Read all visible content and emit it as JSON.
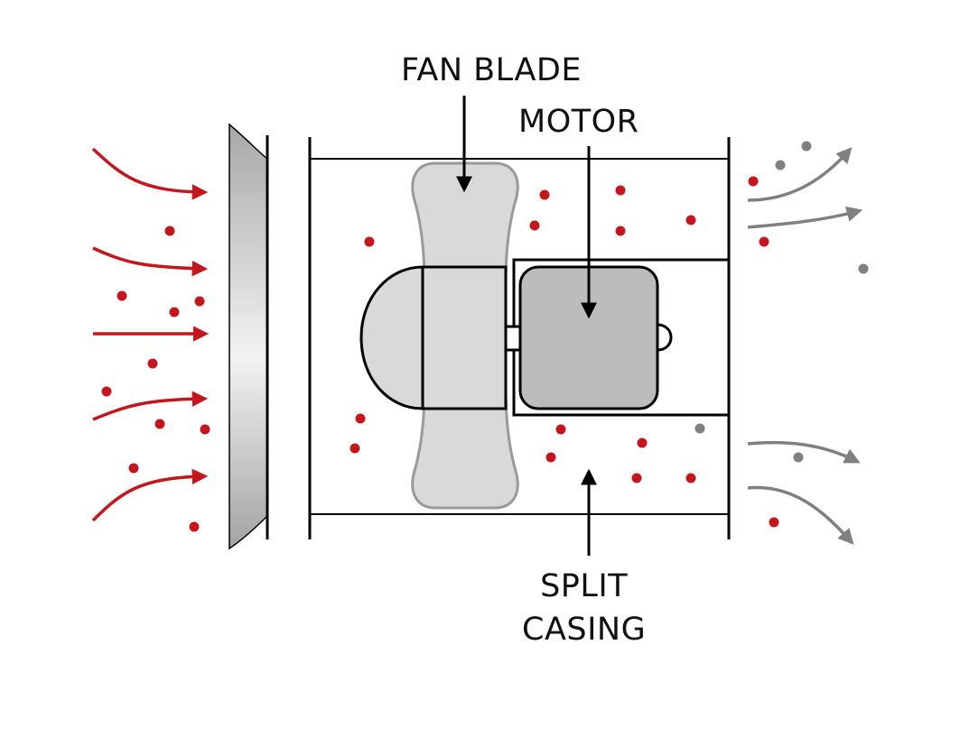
{
  "labels": {
    "fan_blade": "FAN BLADE",
    "motor": "MOTOR",
    "split_casing_line1": "SPLIT",
    "split_casing_line2": "CASING"
  },
  "colors": {
    "intake_flow": "#c4161c",
    "exhaust_flow": "#808080",
    "outline": "#000000",
    "fan_blade_fill": "#d9d9d9",
    "fan_blade_edge": "#9a9a9a",
    "hub_fill": "#d9d9d9",
    "motor_fill": "#bcbcbc",
    "inlet_ring_dark": "#9e9e9e",
    "inlet_ring_light": "#f2f2f2"
  }
}
